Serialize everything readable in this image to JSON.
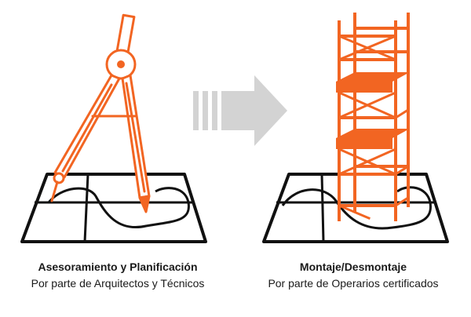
{
  "colors": {
    "accent": "#f26522",
    "ink": "#111111",
    "arrow": "#d3d3d3",
    "background": "#ffffff"
  },
  "left_panel": {
    "title": "Asesoramiento y Planificación",
    "subtitle": "Por parte de Arquitectos y Técnicos",
    "illustration": "compass-on-map-icon"
  },
  "arrow": {
    "icon": "right-arrow-icon"
  },
  "right_panel": {
    "title": "Montaje/Desmontaje",
    "subtitle": "Por parte de Operarios certificados",
    "illustration": "scaffold-tower-icon"
  }
}
